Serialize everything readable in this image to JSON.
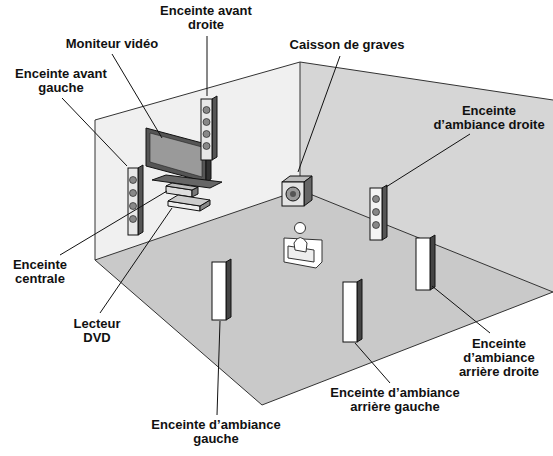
{
  "diagram": {
    "labels": [
      "Enceinte avant droite",
      "Moniteur vidéo",
      "Caisson de graves",
      "Enceinte avant gauche",
      "Enceinte d’ambiance droite",
      "Enceinte centrale",
      "Lecteur DVD",
      "Enceinte d’ambiance arrière droite",
      "Enceinte d’ambiance arrière gauche",
      "Enceinte d’ambiance gauche"
    ]
  }
}
